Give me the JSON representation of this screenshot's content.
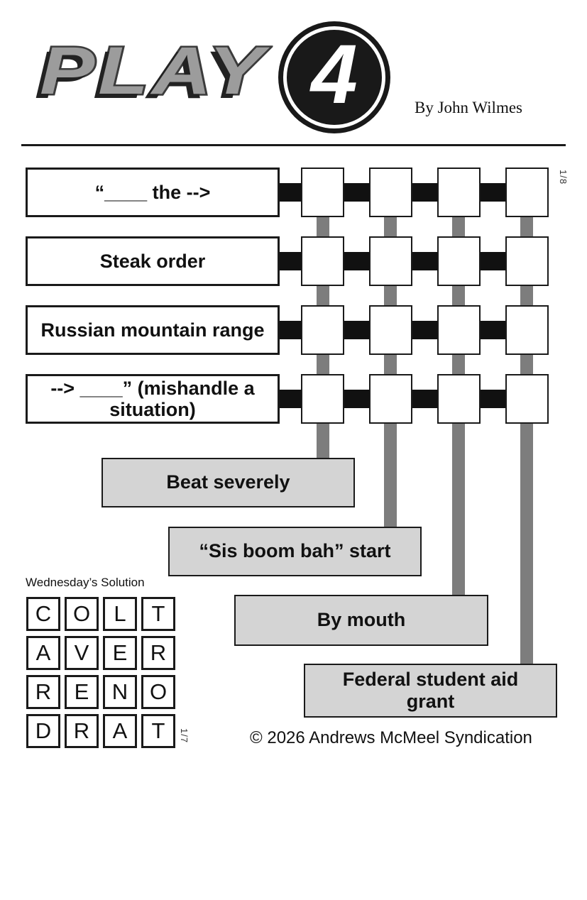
{
  "header": {
    "logo_text": "PLAY",
    "logo_number": "4",
    "byline": "By John Wilmes"
  },
  "puzzle": {
    "issue_date": "1/8",
    "across_clues": [
      "“____ the -->",
      "Steak order",
      "Russian mountain range",
      "--> ____” (mishandle a situation)"
    ],
    "down_clues": [
      "Beat severely",
      "“Sis boom bah” start",
      "By mouth",
      "Federal student aid grant"
    ]
  },
  "solution": {
    "label": "Wednesday’s Solution",
    "issue_date": "1/7",
    "rows": [
      [
        "C",
        "O",
        "L",
        "T"
      ],
      [
        "A",
        "V",
        "E",
        "R"
      ],
      [
        "R",
        "E",
        "N",
        "O"
      ],
      [
        "D",
        "R",
        "A",
        "T"
      ]
    ]
  },
  "footer": {
    "copyright": "© 2026 Andrews McMeel Syndication"
  }
}
